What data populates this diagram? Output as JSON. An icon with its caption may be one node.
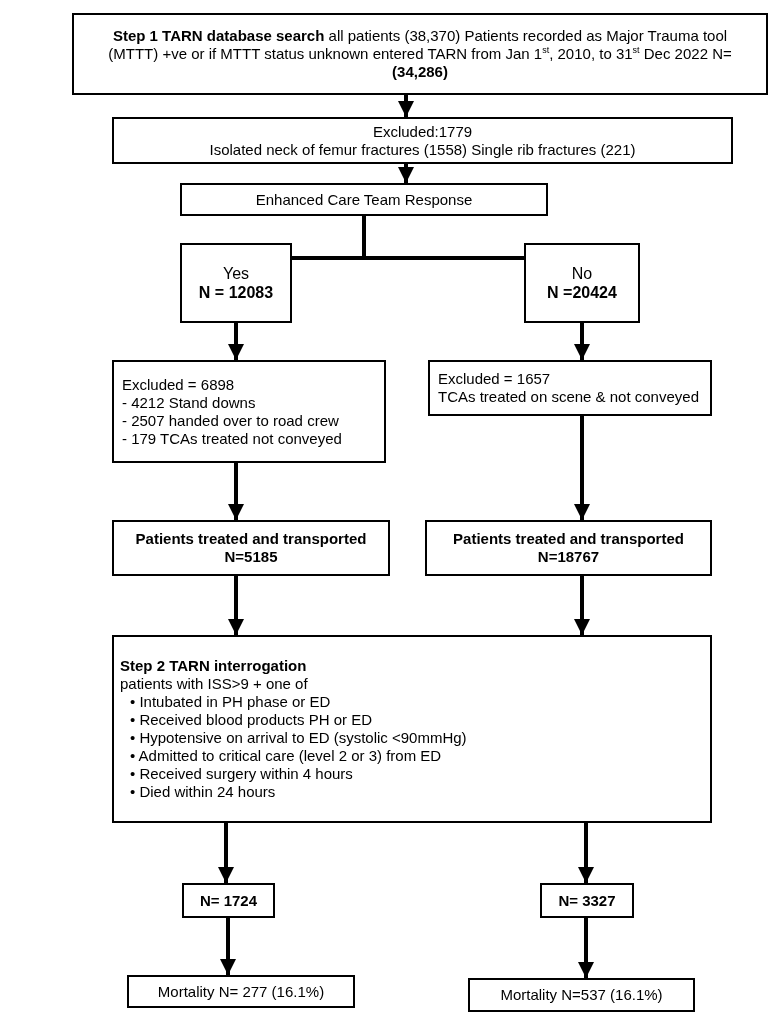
{
  "diagram": {
    "nodes": [
      {
        "text": [
          "**Step 1 TARN database search** all patients (38,370) Patients recorded as Major Trauma tool (MTTT) +ve or if MTTT status unknown entered TARN from Jan 1$^{st}$, 2010, to 31$^{st}$ Dec 2022 N= **(34,286)**"
        ]
      },
      {
        "text": [
          "Excluded:1779",
          "Isolated neck of femur fractures (1558) Single rib fractures (221)"
        ]
      },
      {
        "text": [
          "Enhanced Care Team Response"
        ]
      },
      {
        "text": [
          "Yes",
          "N = 12083"
        ]
      },
      {
        "text": [
          "No",
          "N =20424"
        ]
      },
      {
        "text": [
          "Excluded = 6898",
          "- 4212 Stand downs",
          "- 2507 handed over to road crew",
          "- 179 TCAs treated not conveyed"
        ]
      },
      {
        "text": [
          "Excluded = 1657",
          "TCAs treated on scene & not conveyed"
        ]
      },
      {
        "text": [
          "Patients treated and transported",
          "N=5185"
        ]
      },
      {
        "text": [
          "Patients treated and transported",
          "N=18767"
        ]
      },
      {
        "text": [
          "Step 2 TARN interrogation",
          "patients with ISS>9 + one of",
          "• Intubated in PH phase or ED",
          "• Received blood products PH or ED",
          "• Hypotensive on arrival to ED (systolic <90mmHg)",
          "• Admitted to critical care (level 2 or 3) from ED",
          "• Received surgery within 4 hours",
          "• Died within 24 hours"
        ]
      },
      {
        "text": [
          "N= 1724"
        ]
      },
      {
        "text": [
          "N= 3327"
        ]
      },
      {
        "text": [
          "Mortality N= 277 (16.1%)"
        ]
      },
      {
        "text": [
          "Mortality N=537 (16.1%)"
        ]
      }
    ],
    "edges": [
      {
        "from": 0,
        "to": 1,
        "arrow": "to"
      },
      {
        "from": 1,
        "to": 2,
        "arrow": "to"
      },
      {
        "from": 2,
        "to": 3,
        "arrow": "none"
      },
      {
        "from": 2,
        "to": 4,
        "arrow": "none"
      },
      {
        "from": 3,
        "to": 5,
        "arrow": "to"
      },
      {
        "from": 4,
        "to": 6,
        "arrow": "to"
      },
      {
        "from": 5,
        "to": 7,
        "arrow": "to"
      },
      {
        "from": 6,
        "to": 8,
        "arrow": "to"
      },
      {
        "from": 7,
        "to": 9,
        "arrow": "to"
      },
      {
        "from": 8,
        "to": 9,
        "arrow": "to"
      },
      {
        "from": 9,
        "to": 10,
        "arrow": "to"
      },
      {
        "from": 9,
        "to": 11,
        "arrow": "to"
      },
      {
        "from": 10,
        "to": 12,
        "arrow": "to"
      },
      {
        "from": 11,
        "to": 13,
        "arrow": "to"
      }
    ]
  }
}
